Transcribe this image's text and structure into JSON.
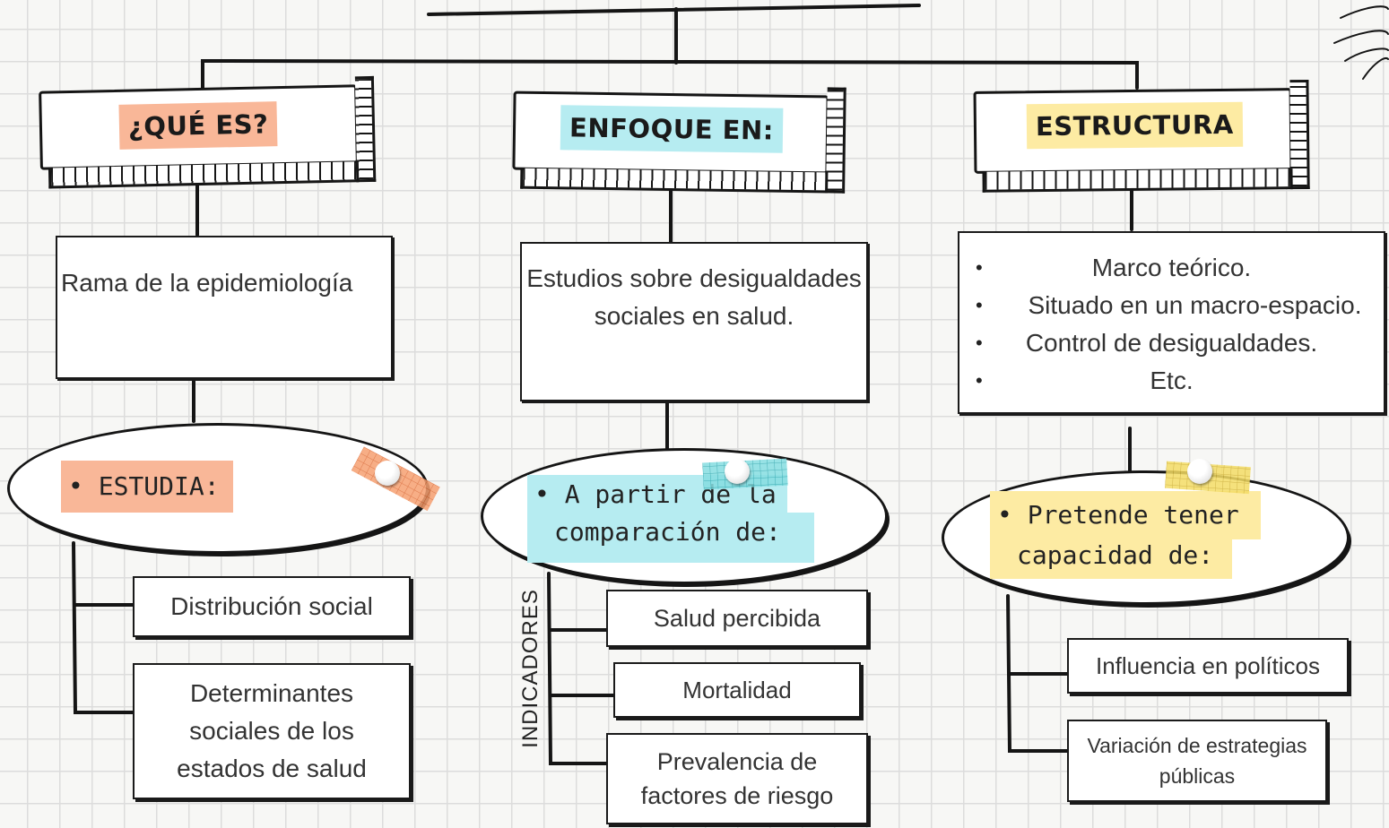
{
  "colors": {
    "orange": "#f9b798",
    "cyan": "#b6ecf1",
    "yellow": "#fdeba3",
    "line": "#151515"
  },
  "columns": [
    {
      "banner": "¿QUÉ ES?",
      "box_text": "Rama de la epidemiología",
      "bubble_text": "• ESTUDIA:",
      "items": [
        "Distribución social",
        "Determinantes sociales de los estados de salud"
      ]
    },
    {
      "banner": "ENFOQUE EN:",
      "box_text": "Estudios sobre desigualdades sociales en salud.",
      "bubble_text_line1": "• A partir de la",
      "bubble_text_line2": "comparación de:",
      "side_label": "INDICADORES",
      "items": [
        "Salud percibida",
        "Mortalidad",
        "Prevalencia de factores de riesgo"
      ]
    },
    {
      "banner": "ESTRUCTURA",
      "box_items": [
        "Marco teórico.",
        "Situado en un macro-espacio.",
        "Control de desigualdades.",
        "Etc."
      ],
      "bubble_text_line1": "• Pretende tener",
      "bubble_text_line2": "capacidad de:",
      "items": [
        "Influencia en políticos",
        "Variación de estrategias públicas"
      ]
    }
  ]
}
